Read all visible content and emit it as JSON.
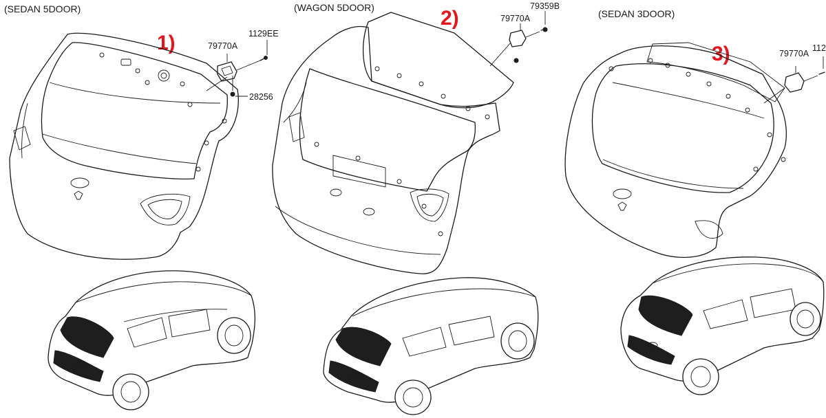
{
  "variants": [
    {
      "caption": "(SEDAN 5DOOR)",
      "number": "1)",
      "parts": [
        "79770A",
        "1129EE",
        "28256"
      ]
    },
    {
      "caption": "(WAGON 5DOOR)",
      "number": "2)",
      "parts": [
        "79770A",
        "79359B"
      ]
    },
    {
      "caption": "(SEDAN 3DOOR)",
      "number": "3)",
      "parts": [
        "79770A",
        "112"
      ]
    }
  ],
  "colors": {
    "number": "#e8141c",
    "line": "#1a1a1a",
    "background": "#ffffff"
  }
}
